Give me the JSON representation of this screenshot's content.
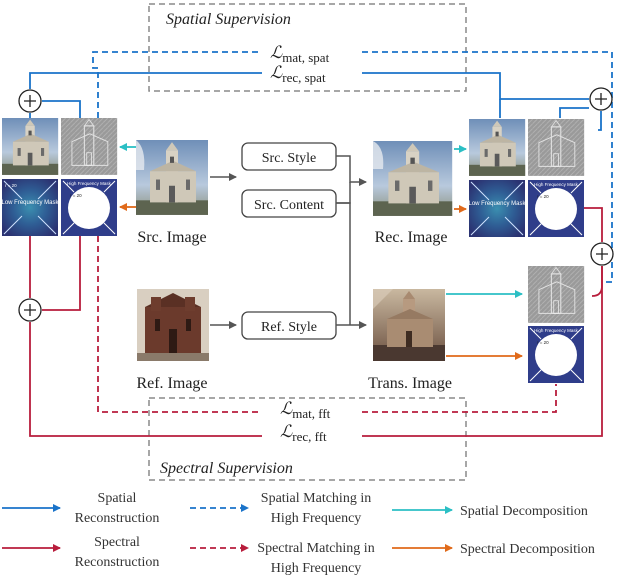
{
  "colors": {
    "spatial": "#1a73c9",
    "spectral": "#b81d3c",
    "spatial_decomp": "#2bbfc4",
    "spectral_decomp": "#e06a1a",
    "dashed_box": "#8a8a8a",
    "arrow_gray": "#555555"
  },
  "top_box": {
    "title": "Spatial Supervision",
    "loss_mat_sub": "mat, spat",
    "loss_rec_sub": "rec, spat"
  },
  "bottom_box": {
    "title": "Spectral Supervision",
    "loss_mat_sub": "mat, fft",
    "loss_rec_sub": "rec, fft"
  },
  "loss_symbol": "ℒ",
  "modules": {
    "src_style": "Src. Style",
    "src_content": "Src. Content",
    "ref_style": "Ref. Style"
  },
  "images": {
    "src": "Src. Image",
    "ref": "Ref. Image",
    "rec": "Rec. Image",
    "trans": "Trans. Image"
  },
  "masks": {
    "low_freq": "Low Frequency Mask",
    "high_freq": "High Frequency Mask",
    "radius_label": "r = 20"
  },
  "legend": {
    "spatial_rec": [
      "Spatial",
      "Reconstruction"
    ],
    "spatial_match": [
      "Spatial Matching in",
      "High Frequency"
    ],
    "spatial_decomp": "Spatial Decomposition",
    "spectral_rec": [
      "Spectral",
      "Reconstruction"
    ],
    "spectral_match": [
      "Spectral Matching in",
      "High Frequency"
    ],
    "spectral_decomp": "Spectral Decomposition"
  },
  "icons": [
    "plus-circle-icon",
    "church-photo",
    "edge-map",
    "frequency-mask"
  ]
}
